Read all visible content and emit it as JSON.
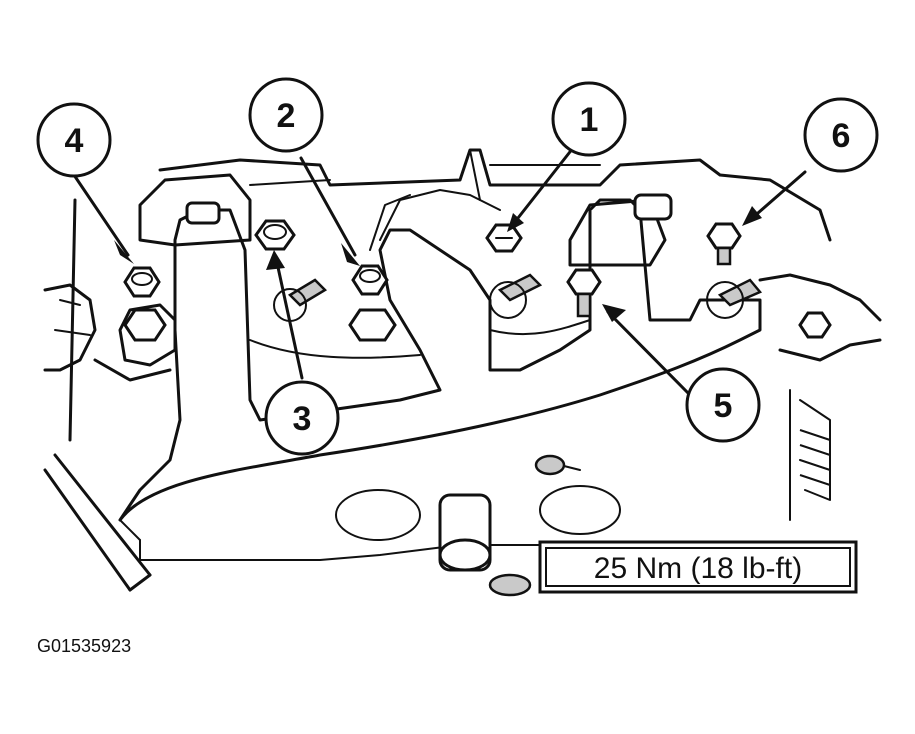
{
  "callouts": [
    {
      "label": "1"
    },
    {
      "label": "2"
    },
    {
      "label": "3"
    },
    {
      "label": "4"
    },
    {
      "label": "5"
    },
    {
      "label": "6"
    }
  ],
  "torque_spec": "25 Nm (18 lb-ft)",
  "figure_id": "G01535923",
  "colors": {
    "ink": "#111111",
    "paper": "#ffffff",
    "shade": "#c9c9c9"
  }
}
